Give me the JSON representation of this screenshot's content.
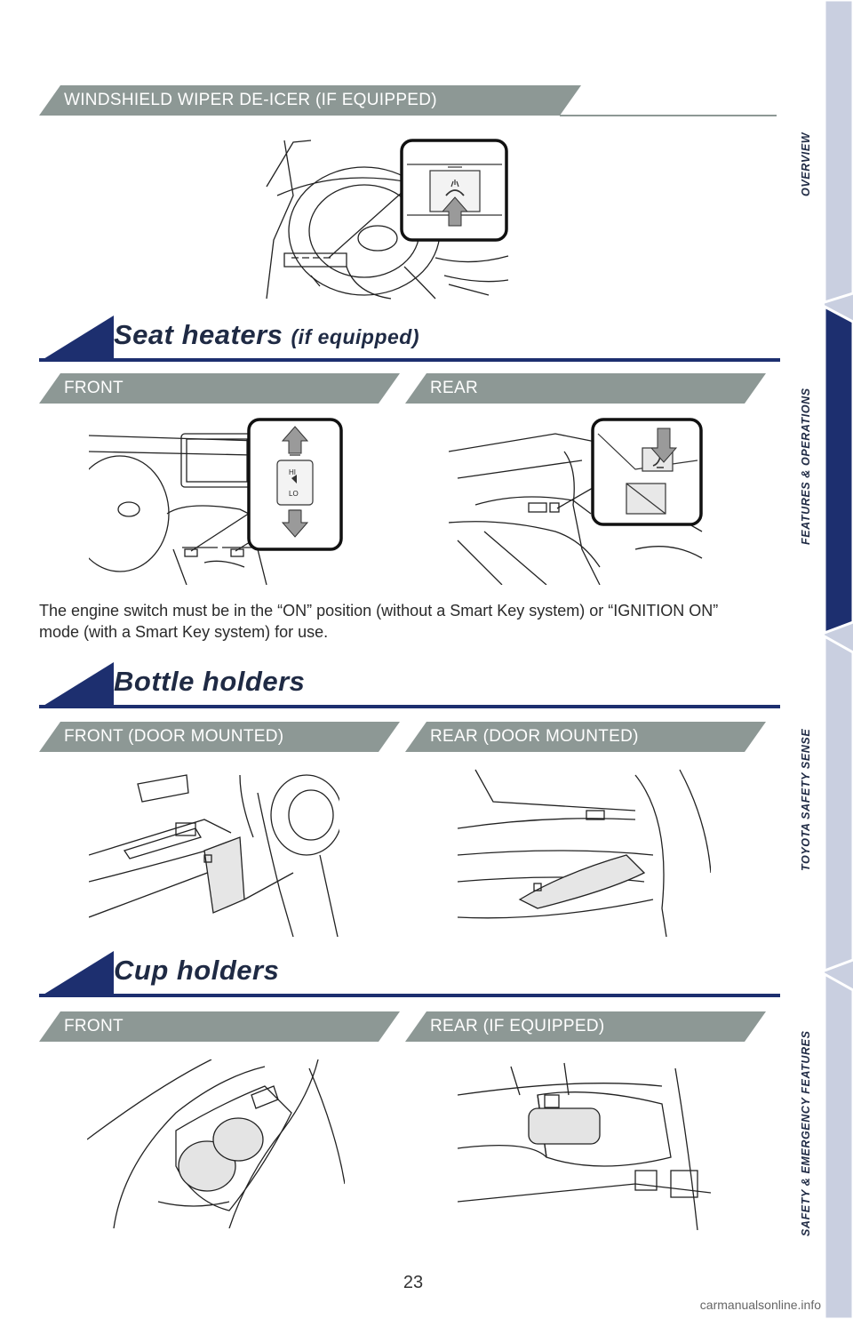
{
  "page": {
    "number": "23",
    "watermark": "carmanualsonline.info"
  },
  "wiper": {
    "banner": "WINDSHIELD WIPER DE-ICER (IF EQUIPPED)"
  },
  "seat_heaters": {
    "title": "Seat heaters",
    "title_suffix": "(if equipped)",
    "front_label": "FRONT",
    "rear_label": "REAR",
    "switch_hi": "HI",
    "switch_lo": "LO",
    "note": "The engine switch must be in the “ON” position (without a Smart Key system) or “IGNITION ON” mode (with a Smart Key system) for use."
  },
  "bottle_holders": {
    "title": "Bottle holders",
    "front_label": "FRONT (DOOR MOUNTED)",
    "rear_label": "REAR (DOOR MOUNTED)"
  },
  "cup_holders": {
    "title": "Cup holders",
    "front_label": "FRONT",
    "rear_label": "REAR (IF EQUIPPED)"
  },
  "side_tabs": [
    {
      "label": "OVERVIEW",
      "active": false
    },
    {
      "label": "FEATURES & OPERATIONS",
      "active": true
    },
    {
      "label": "TOYOTA SAFETY SENSE",
      "active": false
    },
    {
      "label": "SAFETY & EMERGENCY FEATURES",
      "active": false
    }
  ],
  "colors": {
    "navy": "#1d2f6f",
    "banner_gray": "#8d9895",
    "tab_light": "#c9cfe0",
    "arrow_gray": "#9a9a9a"
  }
}
